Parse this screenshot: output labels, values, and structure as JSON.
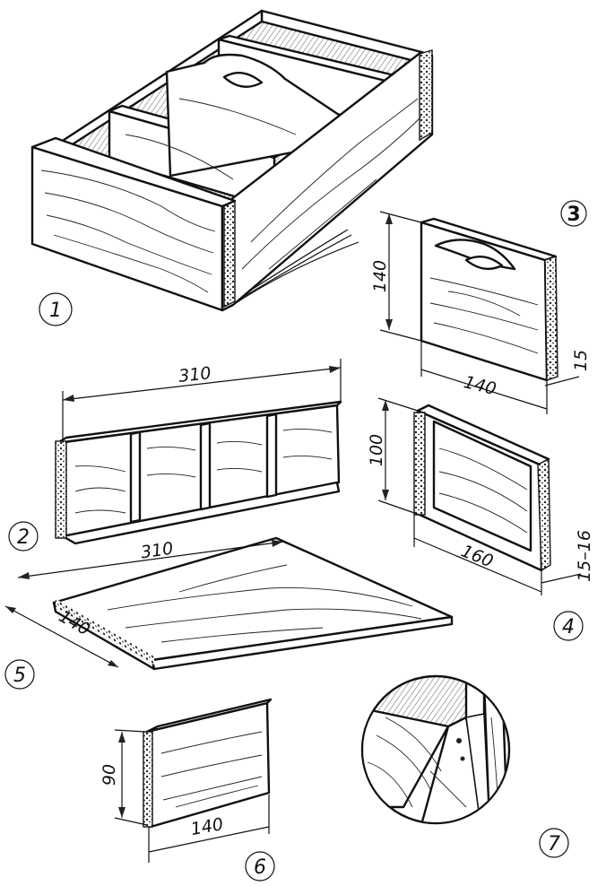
{
  "figure": {
    "callouts": [
      "1",
      "2",
      "3",
      "4",
      "5",
      "6",
      "7"
    ],
    "parts": {
      "partition_handle": {
        "height": "140",
        "width": "140",
        "thickness": "15"
      },
      "side_wall": {
        "length": "310"
      },
      "end_wall": {
        "height": "100",
        "width": "160",
        "thickness": "15–16"
      },
      "bottom": {
        "length": "310",
        "width": "140"
      },
      "short_partition": {
        "height": "90",
        "width": "140"
      }
    }
  }
}
